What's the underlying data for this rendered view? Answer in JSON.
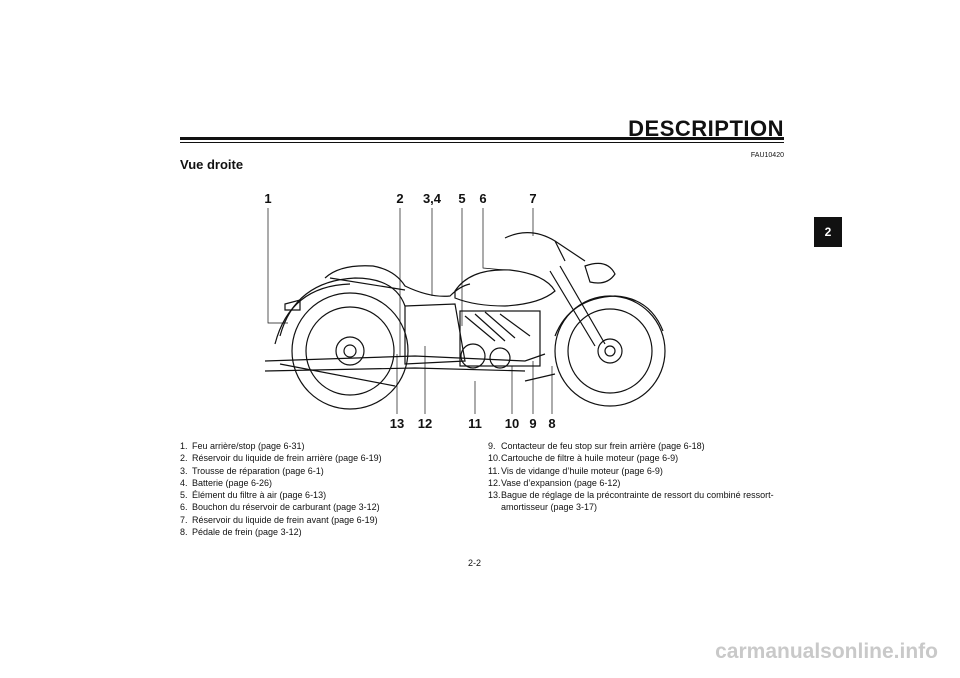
{
  "header": {
    "title": "DESCRIPTION"
  },
  "doc_code": "FAU10420",
  "section_title": "Vue droite",
  "chapter_tab": "2",
  "callouts": [
    "1",
    "2",
    "3,4",
    "5",
    "6",
    "7",
    "13",
    "12",
    "11",
    "10",
    "9",
    "8"
  ],
  "legend_left": [
    {
      "num": "1.",
      "text": "Feu arrière/stop (page 6-31)"
    },
    {
      "num": "2.",
      "text": "Réservoir du liquide de frein arrière (page 6-19)"
    },
    {
      "num": "3.",
      "text": "Trousse de réparation (page 6-1)"
    },
    {
      "num": "4.",
      "text": "Batterie (page 6-26)"
    },
    {
      "num": "5.",
      "text": "Élément du filtre à air (page 6-13)"
    },
    {
      "num": "6.",
      "text": "Bouchon du réservoir de carburant (page 3-12)"
    },
    {
      "num": "7.",
      "text": "Réservoir du liquide de frein avant (page 6-19)"
    },
    {
      "num": "8.",
      "text": "Pédale de frein (page 3-12)"
    }
  ],
  "legend_right": [
    {
      "num": "9.",
      "text": "Contacteur de feu stop sur frein arrière (page 6-18)"
    },
    {
      "num": "10.",
      "text": "Cartouche de filtre à huile moteur (page 6-9)"
    },
    {
      "num": "11.",
      "text": "Vis de vidange d’huile moteur (page 6-9)"
    },
    {
      "num": "12.",
      "text": "Vase d’expansion (page 6-12)"
    },
    {
      "num": "13.",
      "text": "Bague de réglage de la précontrainte de ressort du combiné ressort-amortisseur (page 3-17)"
    }
  ],
  "page_number": "2-2",
  "watermark": "carmanualsonline.info"
}
